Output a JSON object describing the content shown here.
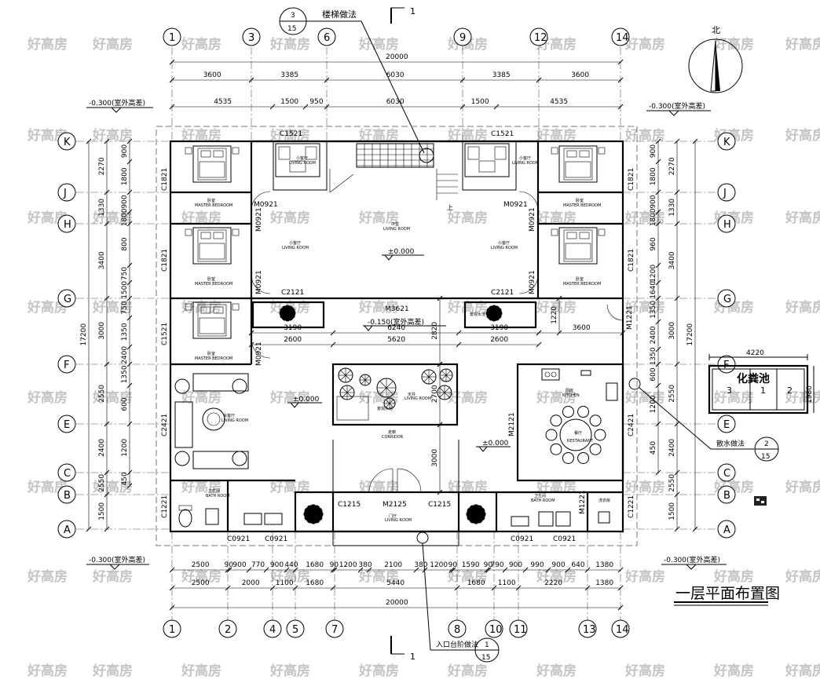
{
  "drawing_title": "一层平面布置图",
  "section_mark": "1",
  "north_label": "北",
  "stair_callout": {
    "text": "楼梯做法",
    "num": "3",
    "sheet": "15"
  },
  "entrance_callout": {
    "text": "入口台阶做法",
    "num": "1",
    "sheet": "15"
  },
  "drain_callout": {
    "text": "散水做法",
    "num": "2",
    "sheet": "15"
  },
  "watermark": "好高房",
  "septic": {
    "title": "化粪池",
    "width": "4220",
    "depth": "1980",
    "chambers": [
      "3",
      "1",
      "2"
    ]
  },
  "outdoor_levels": [
    "-0.300(室外高差)",
    "-0.300(室外高差)",
    "-0.300(室外高差)",
    "-0.300(室外高差)"
  ],
  "elevations": {
    "main": "±0.000",
    "left_hall": "±0.000",
    "corridor": "±0.000",
    "courtyard": "-0.150(室外高差)"
  },
  "axes_top": [
    "1",
    "3",
    "6",
    "9",
    "12",
    "14"
  ],
  "axes_bottom": [
    "1",
    "2",
    "4",
    "5",
    "7",
    "8",
    "10",
    "11",
    "13",
    "14"
  ],
  "axes_rows": [
    "K",
    "J",
    "H",
    "G",
    "F",
    "E",
    "C",
    "B",
    "A"
  ],
  "dims_top": {
    "total": "20000",
    "row1": [
      "3600",
      "3385",
      "6030",
      "3385",
      "3600"
    ],
    "row2": [
      "4535",
      "1500",
      "950",
      "6030",
      "1500",
      "4535"
    ]
  },
  "dims_bottom": {
    "row1": [
      "2500",
      "90",
      "900",
      "770",
      "900",
      "440",
      "1680",
      "90",
      "1200",
      "380",
      "2100",
      "380",
      "1200",
      "90",
      "1590",
      "90",
      "790",
      "900",
      "990",
      "900",
      "640",
      "1380"
    ],
    "row2": [
      "2500",
      "2000",
      "1100",
      "1680",
      "5440",
      "1680",
      "1100",
      "2220",
      "1380"
    ],
    "total": "20000"
  },
  "dims_left": {
    "total": "17200",
    "outer": [
      "2270",
      "1330",
      "3400",
      "3000",
      "2550",
      "2400",
      "2550",
      "1500"
    ],
    "inner": [
      "900",
      "1800",
      "900",
      "1800",
      "800",
      "750",
      "1500",
      "750",
      "1350",
      "2400",
      "1350",
      "600",
      "1200",
      "450"
    ]
  },
  "dims_right": {
    "total": "17200",
    "outer": [
      "2270",
      "1330",
      "3400",
      "3000",
      "2550",
      "2400",
      "2550",
      "1500"
    ],
    "inner": [
      "900",
      "1800",
      "900",
      "1800",
      "960",
      "1200",
      "1640",
      "1350",
      "2400",
      "1350",
      "600",
      "1200",
      "450"
    ]
  },
  "dims_inner": [
    "3190",
    "6240",
    "3190",
    "3600",
    "2600",
    "5620",
    "2600",
    "2820",
    "2700",
    "3000",
    "1220",
    "3000"
  ],
  "openings": {
    "C1521": "C1521",
    "C1821": "C1821",
    "C2121": "C2121",
    "C1521L": "C1521",
    "C2421": "C2421",
    "C1221": "C1221",
    "C0921": "C0921",
    "C1215": "C1215",
    "M0921": "M0921",
    "M3621": "M3621",
    "M2121": "M2121",
    "M2125": "M2125",
    "M1221": "M1221"
  },
  "rooms": {
    "master_cn": "卧室",
    "master_en": "MASTER BEDROOM",
    "small_living_cn": "小客厅",
    "living_en": "LIVING ROOM",
    "main_hall_cn": "中堂",
    "living_cn": "会客厅",
    "kitchen_cn": "厨房",
    "kitchen_en": "KITCHEN",
    "restaurant_cn": "餐厅",
    "restaurant_en": "RESTAURANT",
    "corridor_cn": "走廊",
    "corridor_en": "CORRIDOR",
    "bath_cn": "卫生间",
    "bath_en": "BATH ROOM",
    "bath2_cn": "洗衣房",
    "entry_cn": "门厅",
    "sky_cn": "天井",
    "planter_cn": "景观水池",
    "upstairs": "上"
  }
}
